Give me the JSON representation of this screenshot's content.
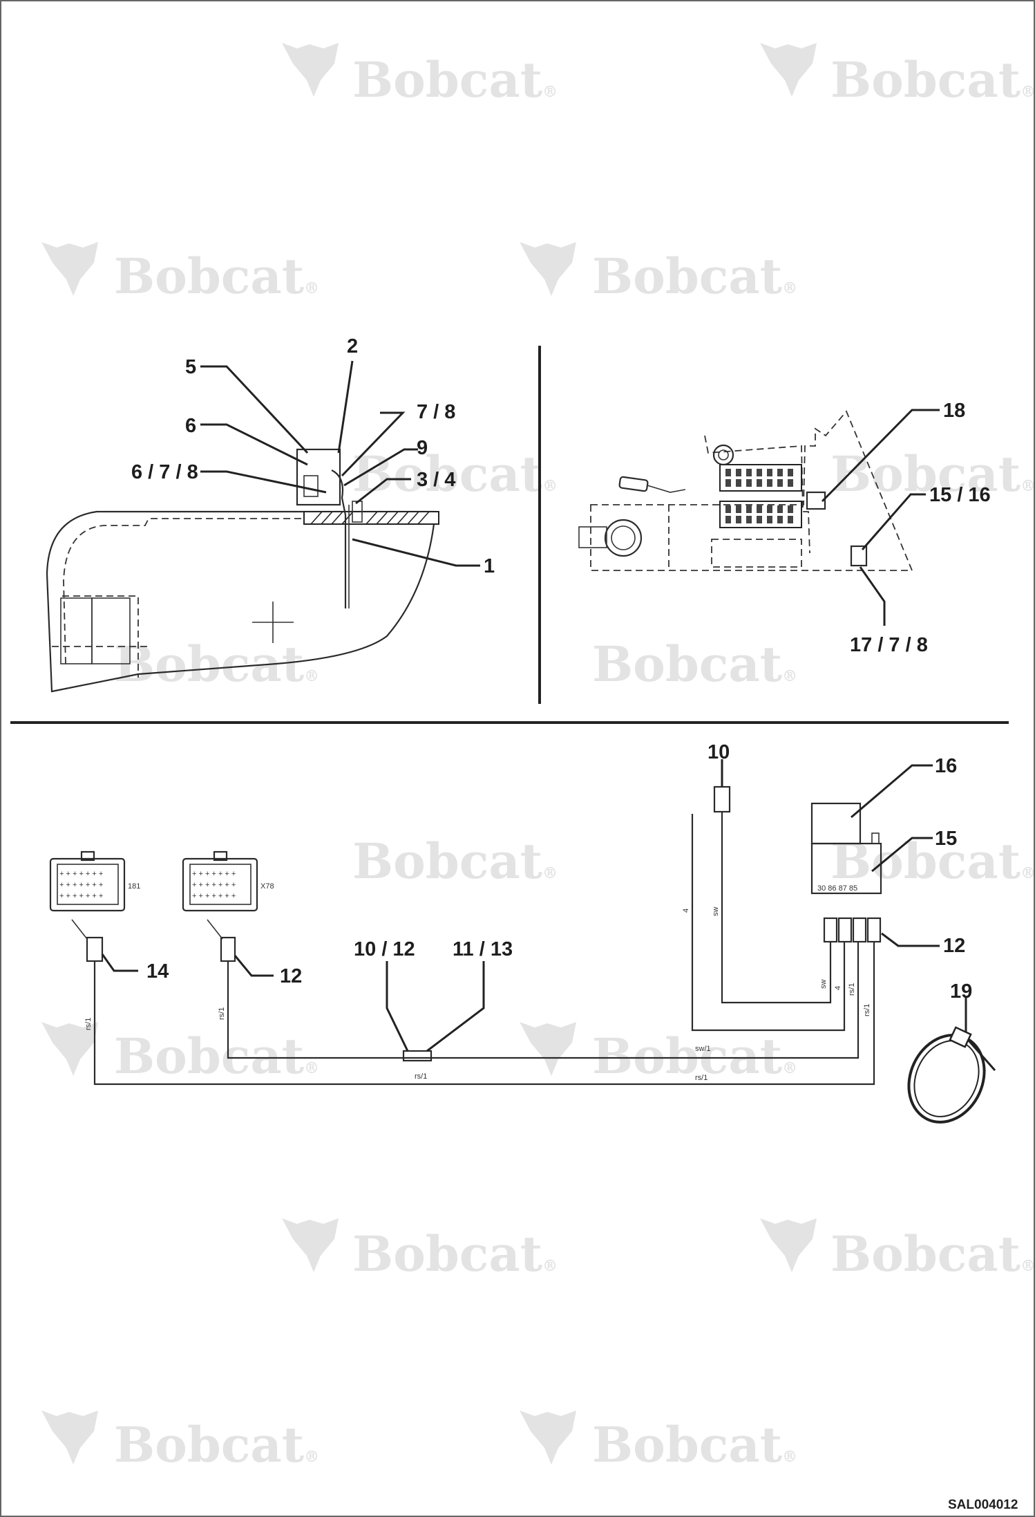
{
  "watermark": {
    "text": "Bobcat",
    "mark": "®"
  },
  "callouts": {
    "c2": "2",
    "c5": "5",
    "c6": "6",
    "c78_a": "7 / 8",
    "c9": "9",
    "c678": "6 / 7 / 8",
    "c34": "3 / 4",
    "c1": "1",
    "c18": "18",
    "c1516": "15 / 16",
    "c1778": "17 / 7 / 8",
    "c10": "10",
    "c16": "16",
    "c15": "15",
    "c12_right": "12",
    "c19": "19",
    "c1012": "10 / 12",
    "c1113": "11 / 13",
    "c14": "14",
    "c12_left": "12"
  },
  "connectors": {
    "left": "181",
    "mid": "X78"
  },
  "relay_pins": "30  86  87  85",
  "wire_labels": {
    "w1": "4",
    "w2": "sw",
    "w3": "sw",
    "w4": "4",
    "w5": "rs/1",
    "w6": "rs/1",
    "w7": "sw/1",
    "w8": "rs/1",
    "w9": "rs/1",
    "w10": "rs/1",
    "w11": "rs/1"
  },
  "doc_id": "SAL004012"
}
